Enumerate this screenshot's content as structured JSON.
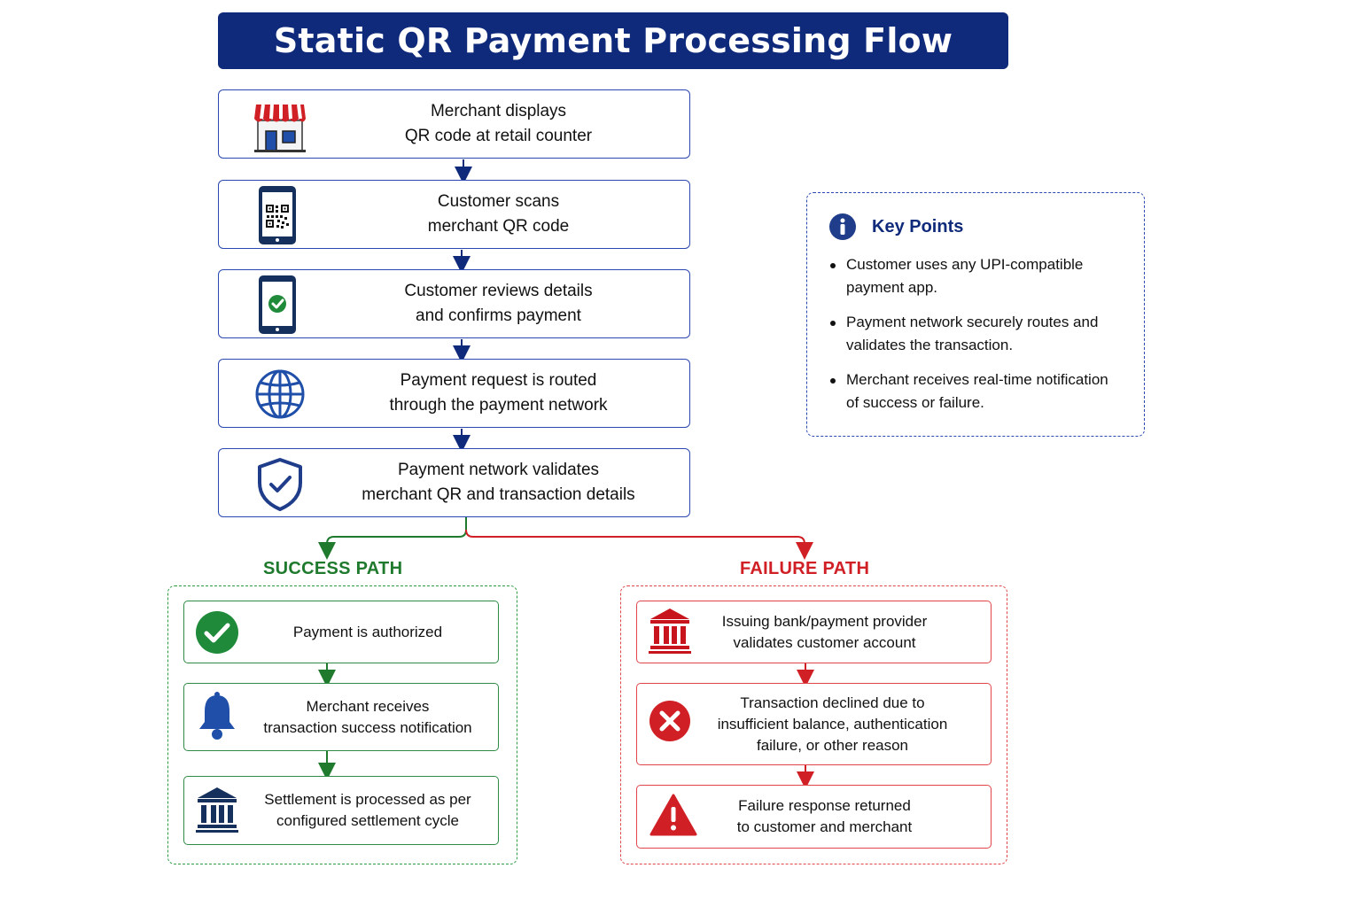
{
  "title": "Static QR Payment Processing Flow",
  "colors": {
    "title_bg": "#0f2a7a",
    "step_border": "#2a48b0",
    "success": "#1f7a2e",
    "failure": "#d01f25",
    "icon_blue": "#1f4fa8"
  },
  "steps": [
    {
      "line1": "Merchant displays",
      "line2": "QR code at retail counter",
      "icon": "storefront-icon"
    },
    {
      "line1": "Customer scans",
      "line2": "merchant QR code",
      "icon": "qr-phone-icon"
    },
    {
      "line1": "Customer reviews details",
      "line2": "and confirms payment",
      "icon": "phone-check-icon"
    },
    {
      "line1": "Payment request is routed",
      "line2": "through the payment network",
      "icon": "globe-icon"
    },
    {
      "line1": "Payment network validates",
      "line2": "merchant QR and transaction details",
      "icon": "shield-check-icon"
    }
  ],
  "success": {
    "label": "SUCCESS PATH",
    "items": [
      {
        "line1": "Payment is authorized",
        "line2": "",
        "icon": "check-circle-icon"
      },
      {
        "line1": "Merchant receives",
        "line2": "transaction success notification",
        "icon": "bell-icon"
      },
      {
        "line1": "Settlement is processed as per",
        "line2": "configured settlement cycle",
        "icon": "bank-icon"
      }
    ]
  },
  "failure": {
    "label": "FAILURE PATH",
    "items": [
      {
        "line1": "Issuing bank/payment provider",
        "line2": "validates customer account",
        "line3": "",
        "icon": "bank-icon"
      },
      {
        "line1": "Transaction declined due to",
        "line2": "insufficient balance, authentication",
        "line3": "failure, or other reason",
        "icon": "x-circle-icon"
      },
      {
        "line1": "Failure response returned",
        "line2": "to customer and merchant",
        "line3": "",
        "icon": "warning-icon"
      }
    ]
  },
  "key_points": {
    "title": "Key Points",
    "icon": "info-icon",
    "items": [
      {
        "line1": "Customer uses any UPI-compatible",
        "line2": "payment app."
      },
      {
        "line1": "Payment network securely routes and",
        "line2": "validates the transaction."
      },
      {
        "line1": "Merchant receives real-time notification",
        "line2": "of success or failure."
      }
    ]
  }
}
